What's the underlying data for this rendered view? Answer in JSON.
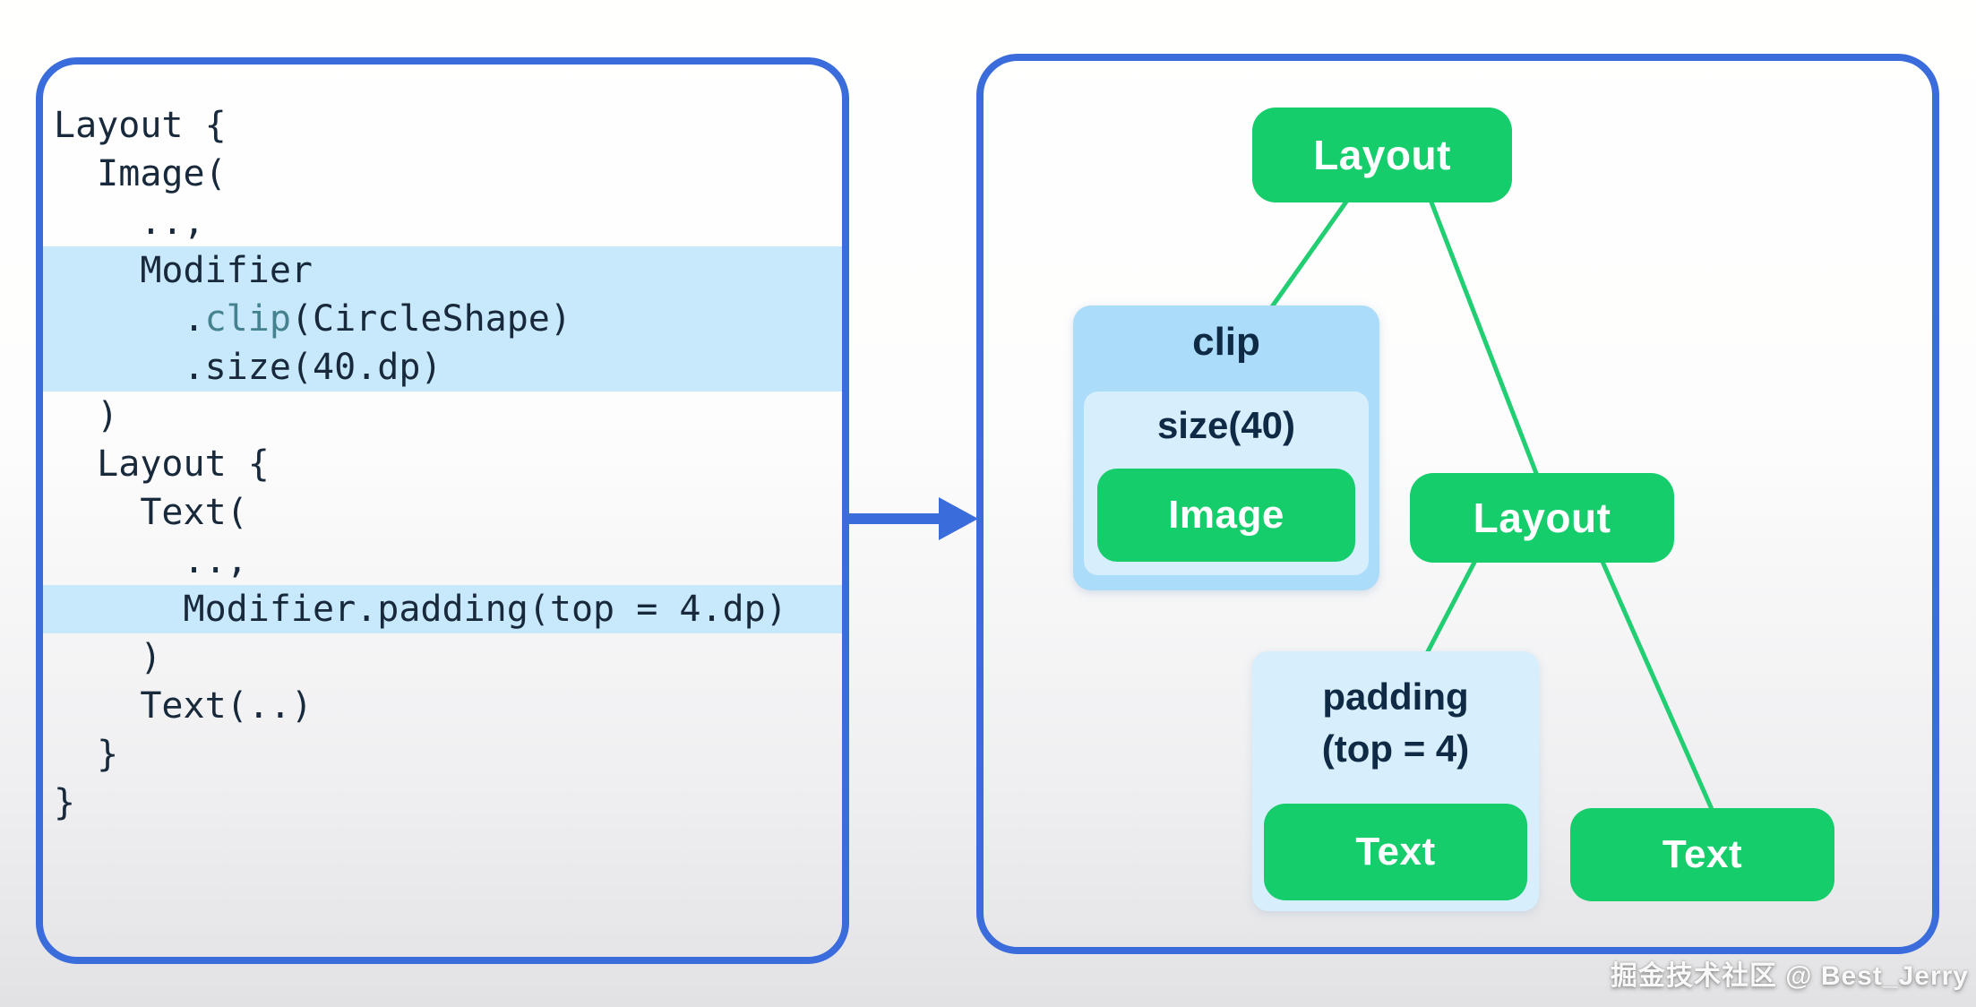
{
  "left_panel": {
    "code_lines": [
      {
        "highlight": false,
        "segments": [
          {
            "text": "Layout {"
          }
        ]
      },
      {
        "highlight": false,
        "segments": [
          {
            "text": "  Image("
          }
        ]
      },
      {
        "highlight": false,
        "segments": [
          {
            "text": "    ..,"
          }
        ]
      },
      {
        "highlight": true,
        "segments": [
          {
            "text": "    Modifier"
          }
        ]
      },
      {
        "highlight": true,
        "segments": [
          {
            "text": "      ."
          },
          {
            "text": "clip",
            "color": "teal"
          },
          {
            "text": "(CircleShape)"
          }
        ]
      },
      {
        "highlight": true,
        "segments": [
          {
            "text": "      .size(40.dp)"
          }
        ]
      },
      {
        "highlight": false,
        "segments": [
          {
            "text": "  )"
          }
        ]
      },
      {
        "highlight": false,
        "segments": [
          {
            "text": "  Layout {"
          }
        ]
      },
      {
        "highlight": false,
        "segments": [
          {
            "text": "    Text("
          }
        ]
      },
      {
        "highlight": false,
        "segments": [
          {
            "text": "      ..,"
          }
        ]
      },
      {
        "highlight": true,
        "segments": [
          {
            "text": "      Modifier.padding(top = 4.dp)"
          }
        ]
      },
      {
        "highlight": false,
        "segments": [
          {
            "text": "    )"
          }
        ]
      },
      {
        "highlight": false,
        "segments": [
          {
            "text": "    Text(..)"
          }
        ]
      },
      {
        "highlight": false,
        "segments": [
          {
            "text": "  }"
          }
        ]
      },
      {
        "highlight": false,
        "segments": [
          {
            "text": "}"
          }
        ]
      }
    ]
  },
  "tree": {
    "root_label": "Layout",
    "clip_label": "clip",
    "size_label": "size(40)",
    "image_label": "Image",
    "layout2_label": "Layout",
    "padding_label_line1": "padding",
    "padding_label_line2": "(top = 4)",
    "text1_label": "Text",
    "text2_label": "Text"
  },
  "watermark": "掘金技术社区 @ Best_Jerry",
  "colors": {
    "panel_border": "#3A6CDC",
    "arrow": "#3A6CDC",
    "node_green": "#15CD6B",
    "edge_green": "#21CE72",
    "container_blue": "#ABDCFA",
    "container_blue_light": "#D7EEFC",
    "code_highlight": "#C8E8FB",
    "code_text": "#17293A",
    "code_accent_teal": "#45828F",
    "tree_label_navy": "#0E2A44"
  }
}
